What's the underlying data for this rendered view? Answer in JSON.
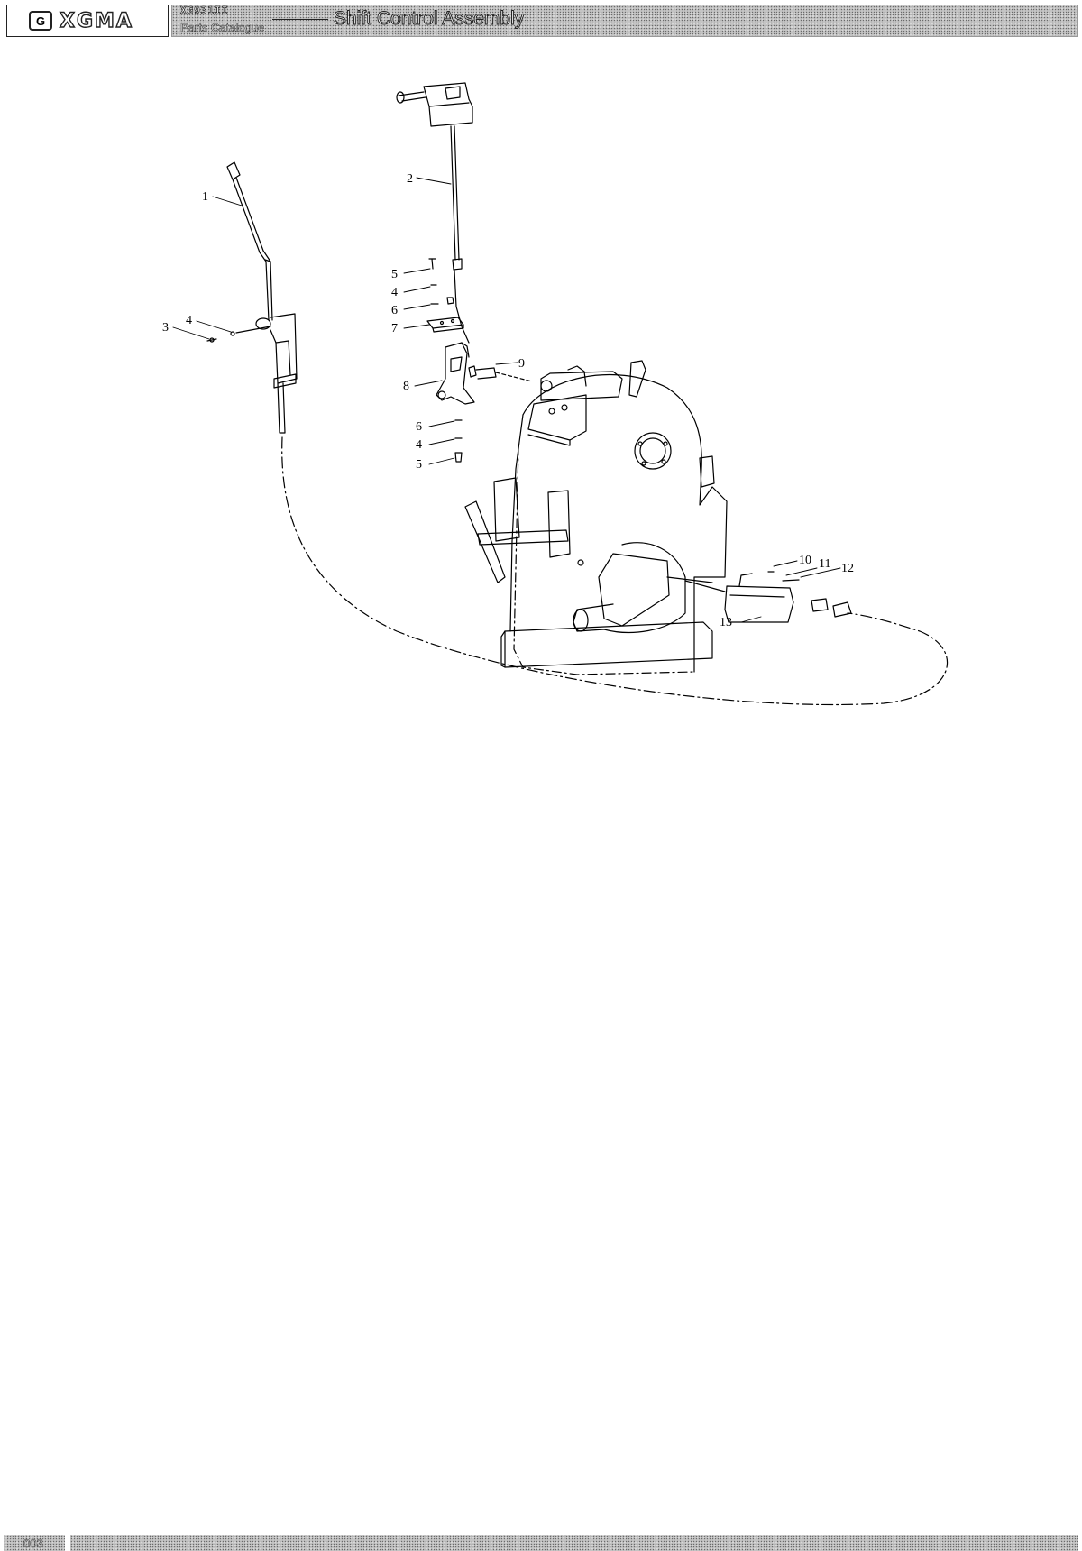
{
  "header": {
    "brand": "XGMA",
    "logo_mark": "G",
    "model": "XG931II",
    "catalogue": "Parts Catalogue",
    "title": "Shift Control Assembly"
  },
  "footer": {
    "page": "003"
  },
  "callouts": {
    "c1": "1",
    "c2": "2",
    "c3": "3",
    "c4a": "4",
    "c5a": "5",
    "c4b": "4",
    "c6a": "6",
    "c7": "7",
    "c8": "8",
    "c9": "9",
    "c6b": "6",
    "c4c": "4",
    "c5b": "5",
    "c10": "10",
    "c11": "11",
    "c12": "12",
    "c13": "13"
  },
  "colors": {
    "ink": "#000000",
    "band": "#c4c4c4"
  }
}
